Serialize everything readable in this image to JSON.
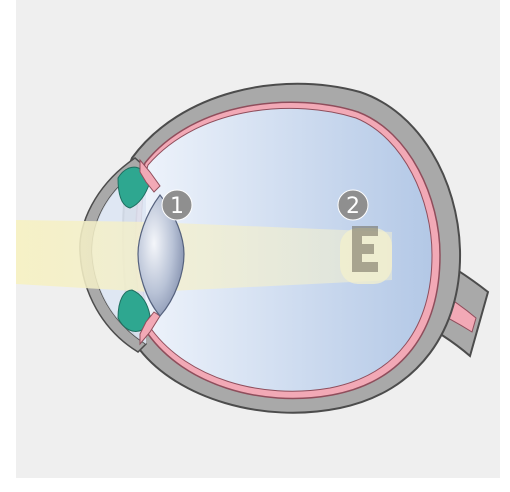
{
  "diagram": {
    "markers": [
      {
        "label": "1",
        "part": "lens"
      },
      {
        "label": "2",
        "part": "retina"
      }
    ],
    "colors": {
      "background": "#efefef",
      "sclera": "#a9a9a9",
      "choroid": "#f2a9b6",
      "vitreous_light": "#eef3fb",
      "vitreous_dark": "#b7cbe6",
      "lens": "#8a99b8",
      "light_beam": "#f7f2c9",
      "ciliary": "#2ea790",
      "cornea": "#dde6f3",
      "marker": "#8f8f8f"
    }
  }
}
